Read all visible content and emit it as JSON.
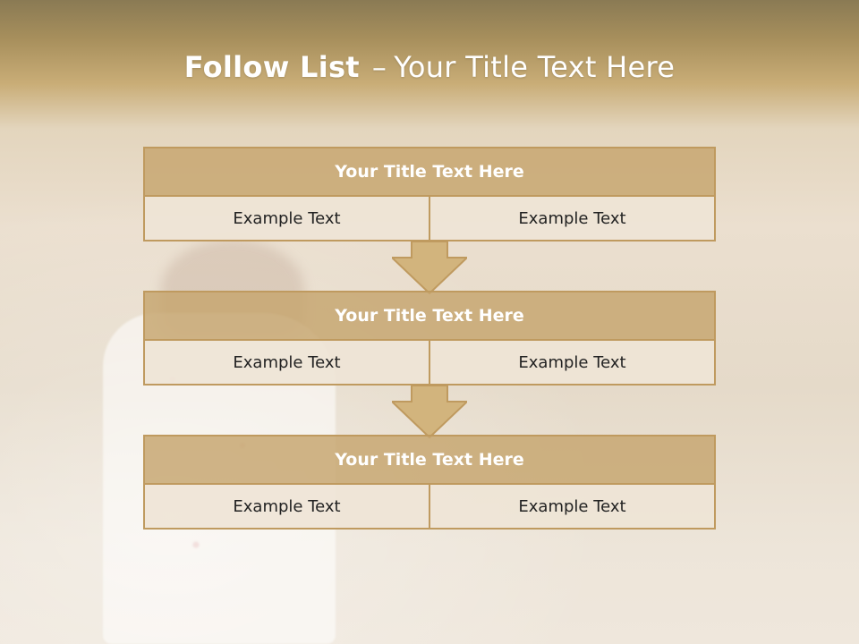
{
  "slide": {
    "title_bold": "Follow List",
    "title_sep": "–",
    "title_rest": "Your Title Text Here"
  },
  "blocks": [
    {
      "heading": "Your Title Text Here",
      "left": "Example Text",
      "right": "Example Text"
    },
    {
      "heading": "Your Title Text Here",
      "left": "Example Text",
      "right": "Example Text"
    },
    {
      "heading": "Your Title Text Here",
      "left": "Example Text",
      "right": "Example Text"
    }
  ],
  "colors": {
    "header_fill": "#c6a56e",
    "border": "#bf9a5f",
    "cell_fill": "#eee4d6",
    "arrow_fill": "#d2b47d"
  },
  "icons": {
    "arrow": "down-arrow-icon"
  }
}
